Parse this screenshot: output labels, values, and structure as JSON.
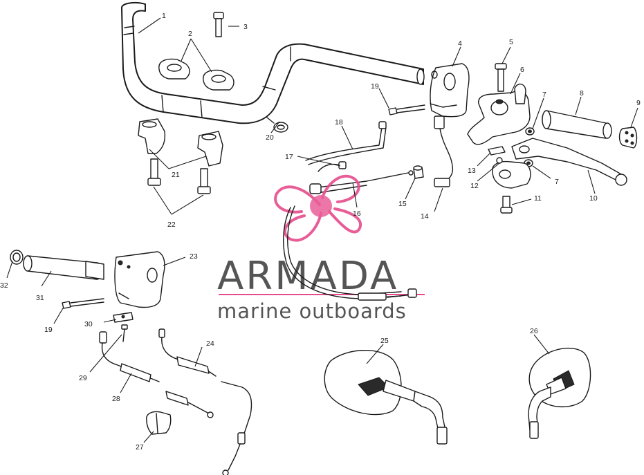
{
  "diagram": {
    "part_numbers": [
      "1",
      "2",
      "3",
      "4",
      "5",
      "6",
      "7",
      "8",
      "9",
      "10",
      "11",
      "12",
      "13",
      "14",
      "15",
      "16",
      "17",
      "18",
      "19",
      "20",
      "21",
      "22",
      "23",
      "24",
      "25",
      "26",
      "27",
      "28",
      "29",
      "30",
      "31",
      "32"
    ],
    "repeat_labels": {
      "7b": "7",
      "19b": "19"
    }
  },
  "watermark": {
    "title": "ARMADA",
    "subtitle": "marine outboards",
    "accent_color": "#e64c8c",
    "text_color": "#555555",
    "icon": "propeller-logo-icon"
  }
}
